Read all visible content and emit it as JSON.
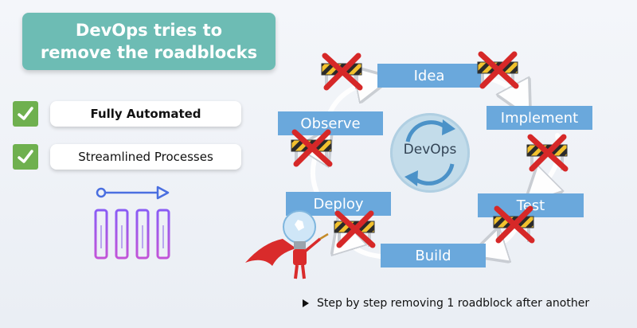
{
  "title": {
    "line1": "DevOps tries to",
    "line2": "remove the roadblocks"
  },
  "features": [
    {
      "label": "Fully Automated"
    },
    {
      "label": "Streamlined Processes"
    }
  ],
  "cycle": {
    "center": "DevOps",
    "stages": [
      {
        "label": "Idea"
      },
      {
        "label": "Implement"
      },
      {
        "label": "Test"
      },
      {
        "label": "Build"
      },
      {
        "label": "Deploy"
      },
      {
        "label": "Observe"
      }
    ]
  },
  "footnote": "Step by step removing 1 roadblock after another",
  "colors": {
    "title_bg": "#6dbcb4",
    "check_green": "#6fb04f",
    "stage_blue": "#6aa8dc",
    "cross_red": "#d62828",
    "barrier_yellow": "#f2c12e",
    "pipeline_purple": "#8a5cf5"
  }
}
